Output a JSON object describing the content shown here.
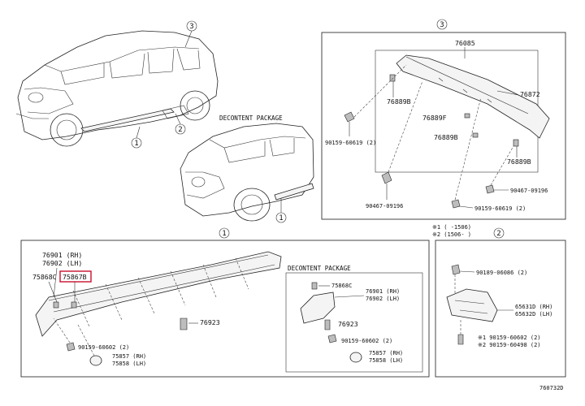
{
  "callouts": {
    "c1": "1",
    "c2": "2",
    "c3": "3"
  },
  "package_label": "DECONTENT PACKAGE",
  "section3": {
    "parts": {
      "spoiler": "76085",
      "side": "76872",
      "clip_a": "76889B",
      "clip_f": "76889F",
      "clip_b2": "76889B",
      "clip_b3": "76889B",
      "screw_left": "90159-60619 (2)",
      "screw_mid": "90467-09196",
      "screw_right_a": "90467-09196",
      "screw_right_b": "90159-60619 (2)"
    },
    "footnote_1": "※1 (     -1506)",
    "footnote_2": "※2 (1506-     )"
  },
  "section1": {
    "parts": {
      "rh_a": "76901 (RH)",
      "lh_a": "76902 (LH)",
      "c1_clip": "75868C",
      "c1_clip_hl": "75867B",
      "bolt": "76923",
      "screw_bottom": "90159-60602 (2)",
      "nut_rh": "75857 (RH)",
      "nut_lh": "75858 (LH)"
    },
    "decontent": {
      "clip": "75868C",
      "rh": "76901 (RH)",
      "lh": "76902 (LH)",
      "bolt": "76923",
      "screw": "90159-60602 (2)",
      "nut_rh": "75857 (RH)",
      "nut_lh": "75858 (LH)"
    }
  },
  "section2": {
    "parts": {
      "screw_top": "90189-06086 (2)",
      "rh": "65631D (RH)",
      "lh": "65632D (LH)",
      "note1": "※1 90159-60602 (2)",
      "note2": "※2 90159-60498 (2)"
    }
  },
  "diagram_code": "760732D"
}
